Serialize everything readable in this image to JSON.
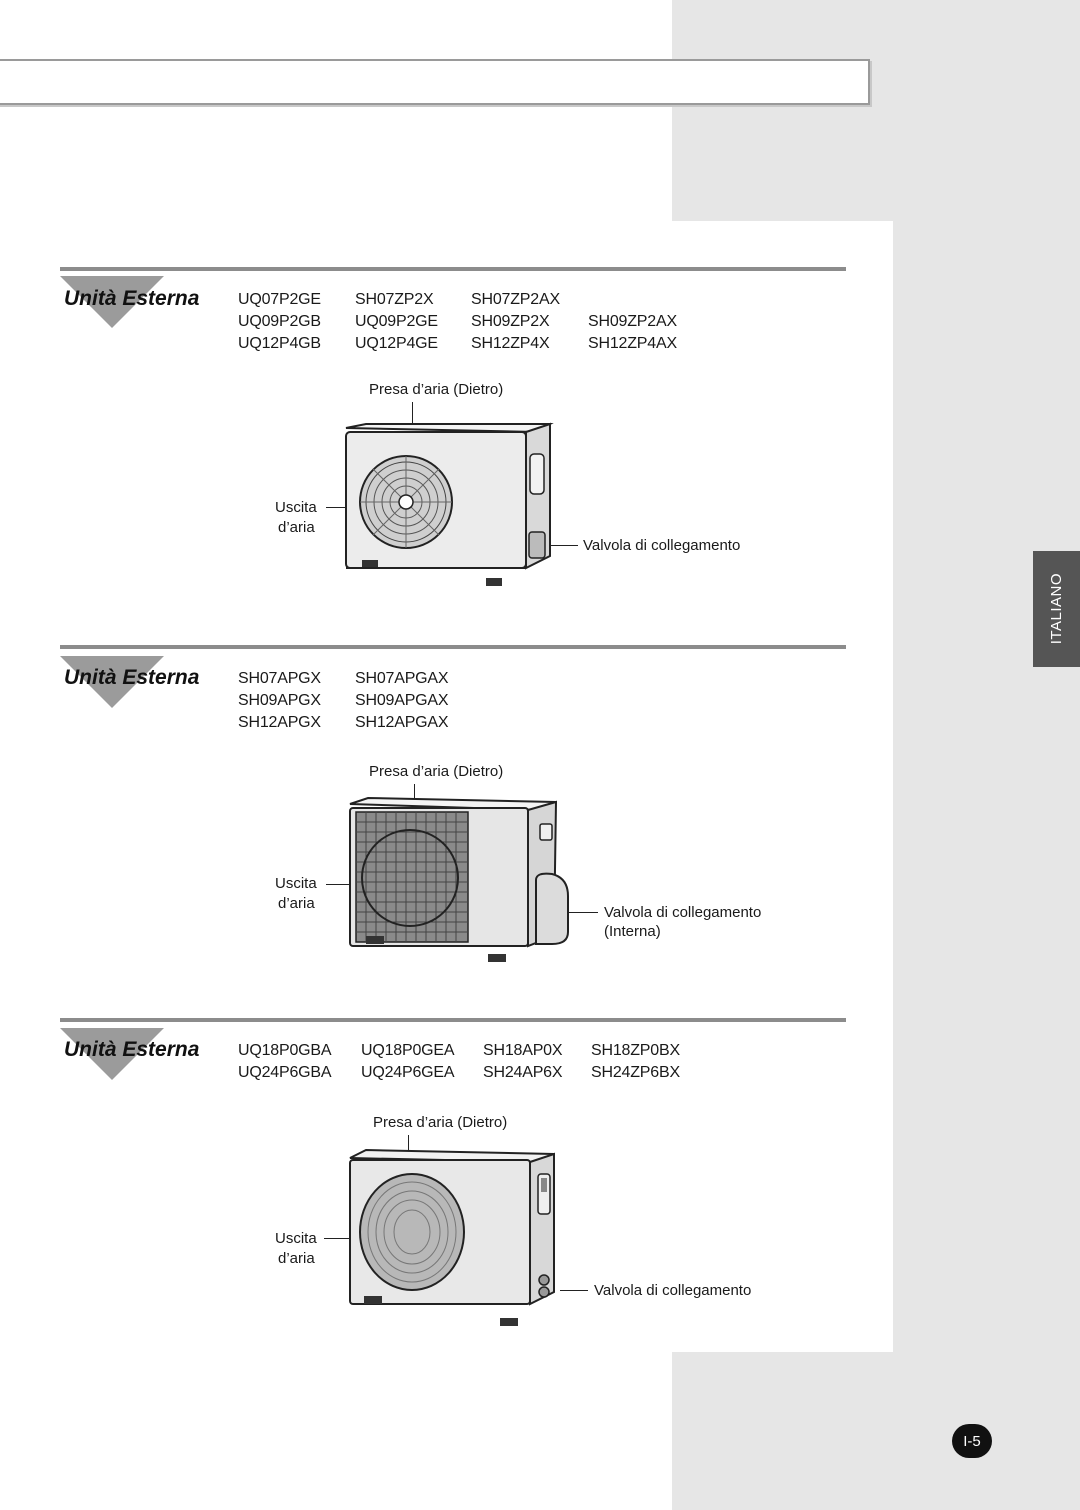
{
  "sidebar": {
    "language": "ITALIANO"
  },
  "sections": [
    {
      "title": "Unità Esterna",
      "models": [
        [
          "UQ07P2GE",
          "SH07ZP2X",
          "SH07ZP2AX",
          ""
        ],
        [
          "UQ09P2GB",
          "UQ09P2GE",
          "SH09ZP2X",
          "SH09ZP2AX"
        ],
        [
          "UQ12P4GB",
          "UQ12P4GE",
          "SH12ZP4X",
          "SH12ZP4AX"
        ]
      ],
      "label_intake": "Presa d’aria (Dietro)",
      "label_outlet_1": "Uscita",
      "label_outlet_2": "d’aria",
      "label_valve": "Valvola di collegamento",
      "label_valve_2": ""
    },
    {
      "title": "Unità Esterna",
      "models": [
        [
          "SH07APGX",
          "SH07APGAX"
        ],
        [
          "SH09APGX",
          "SH09APGAX"
        ],
        [
          "SH12APGX",
          "SH12APGAX"
        ]
      ],
      "label_intake": "Presa d’aria (Dietro)",
      "label_outlet_1": "Uscita",
      "label_outlet_2": "d’aria",
      "label_valve": "Valvola di collegamento",
      "label_valve_2": "(Interna)"
    },
    {
      "title": "Unità Esterna",
      "models": [
        [
          "UQ18P0GBA",
          "UQ18P0GEA",
          "SH18AP0X",
          "SH18ZP0BX"
        ],
        [
          "UQ24P6GBA",
          "UQ24P6GEA",
          "SH24AP6X",
          "SH24ZP6BX"
        ]
      ],
      "label_intake": "Presa d’aria (Dietro)",
      "label_outlet_1": "Uscita",
      "label_outlet_2": "d’aria",
      "label_valve": "Valvola di collegamento",
      "label_valve_2": ""
    }
  ],
  "page_number": "I-5"
}
